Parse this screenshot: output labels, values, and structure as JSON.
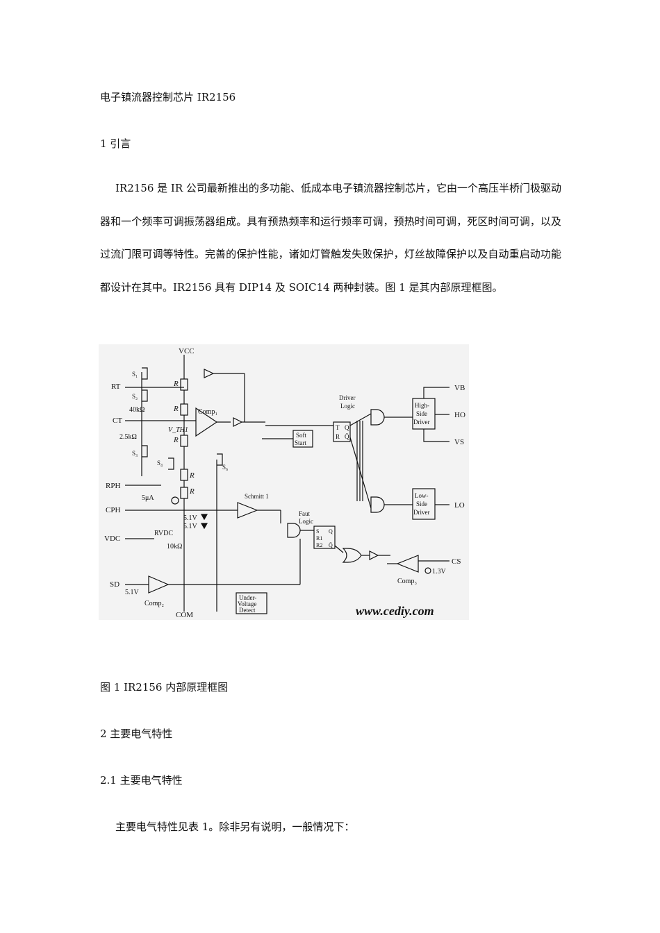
{
  "title": "电子镇流器控制芯片 IR2156",
  "section1": "1 引言",
  "intro": "IR2156 是 IR 公司最新推出的多功能、低成本电子镇流器控制芯片，它由一个高压半桥门极驱动器和一个频率可调振荡器组成。具有预热频率和运行频率可调，预热时间可调，死区时间可调，以及过流门限可调等特性。完善的保护性能，诸如灯管触发失败保护，灯丝故障保护以及自动重启动功能都设计在其中。IR2156 具有 DIP14 及 SOIC14 两种封装。图 1 是其内部原理框图。",
  "diagram": {
    "vcc": "VCC",
    "com": "COM",
    "rt": "RT",
    "ct": "CT",
    "rph": "RPH",
    "cph": "CPH",
    "vdc": "VDC",
    "sd": "SD",
    "s1": "S₁",
    "s2": "S₂",
    "s3": "S₃",
    "s4": "S₄",
    "s6": "S₆",
    "r40k": "40kΩ",
    "r2_5k": "2.5kΩ",
    "r10k": "10kΩ",
    "r": "R",
    "vth1": "V_TH1",
    "comp1": "Comp₁",
    "comp2": "Comp₂",
    "comp3": "Comp₃",
    "i5ua": "5μA",
    "rvdc": "RVDC",
    "z1": "5.1V",
    "z2": "5.1V",
    "sd_ref": "5.1V",
    "schmitt": "Schmitt 1",
    "soft_start_1": "Soft",
    "soft_start_2": "Start",
    "driver_logic_1": "Driver",
    "driver_logic_2": "Logic",
    "fault_logic_1": "Faut",
    "fault_logic_2": "Logic",
    "ff_t": "T",
    "ff_r": "R",
    "ff_q": "Q",
    "ff_qbar": "Q̄",
    "sr_s": "S",
    "sr_r1": "R1",
    "sr_r2": "R2",
    "sr_q": "Q",
    "sr_qbar": "Q̄",
    "hsd_1": "High-",
    "hsd_2": "Side",
    "hsd_3": "Driver",
    "lsd_1": "Low-",
    "lsd_2": "Side",
    "lsd_3": "Driver",
    "vb": "VB",
    "ho": "HO",
    "vs": "VS",
    "lo": "LO",
    "cs": "CS",
    "cs_ref": "1.3V",
    "uv_1": "Under-",
    "uv_2": "Voltage",
    "uv_3": "Detect",
    "watermark": "www.cediy.com"
  },
  "caption": "图 1 IR2156 内部原理框图",
  "section2": "2 主要电气特性",
  "section2_1": "2.1 主要电气特性",
  "para2": "主要电气特性见表 1。除非另有说明，一般情况下：",
  "colors": {
    "text": "#111111",
    "figure_bg": "#f3f3f3",
    "watermark": "#cc1f3a"
  }
}
